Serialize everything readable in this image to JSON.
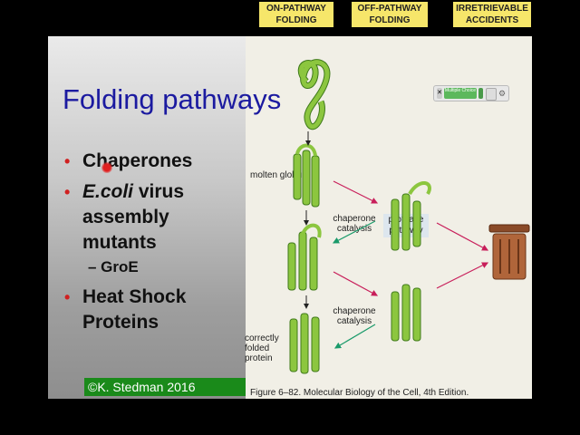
{
  "slide": {
    "title": "Folding pathways",
    "bullets": [
      {
        "text": "Chaperones"
      },
      {
        "text_italic": "E.coli",
        "text_rest": " virus assembly mutants",
        "sub": "– GroE"
      },
      {
        "text": "Heat Shock Proteins"
      }
    ],
    "copyright": "©K. Stedman 2016"
  },
  "figure": {
    "headers": [
      "ON-PATHWAY FOLDING",
      "OFF-PATHWAY FOLDING",
      "IRRETRIEVABLE ACCIDENTS"
    ],
    "labels": {
      "molten": "molten globule",
      "chaperone1": "chaperone catalysis",
      "chaperone2": "chaperone catalysis",
      "protease": "protease pathway",
      "folded": "correctly folded protein"
    },
    "caption": "Figure 6–82. Molecular Biology of the Cell, 4th Edition.",
    "colors": {
      "protein": "#8cc63f",
      "protein_dark": "#3f7a1a",
      "arrow_red": "#c81e5a",
      "arrow_green": "#1a9a6a",
      "header_bg": "#f6e66a"
    }
  },
  "widget": {
    "play_label": "Multiple Choice"
  }
}
